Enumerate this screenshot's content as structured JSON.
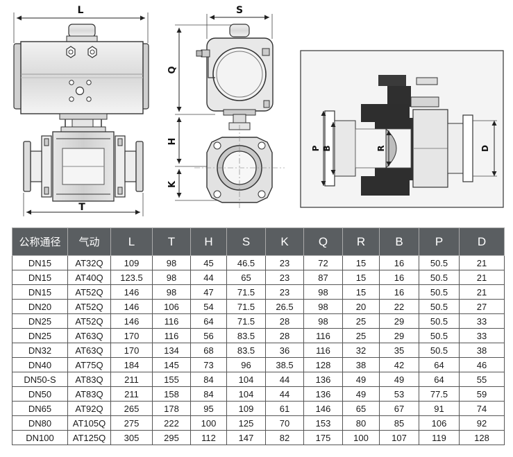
{
  "dimension_labels": {
    "L": "L",
    "T": "T",
    "S": "S",
    "Q": "Q",
    "H": "H",
    "K": "K",
    "P": "P",
    "B": "B",
    "R": "R",
    "D": "D"
  },
  "table": {
    "headers": [
      "公称通径",
      "气动",
      "L",
      "T",
      "H",
      "S",
      "K",
      "Q",
      "R",
      "B",
      "P",
      "D"
    ],
    "rows": [
      [
        "DN15",
        "AT32Q",
        "109",
        "98",
        "45",
        "46.5",
        "23",
        "72",
        "15",
        "16",
        "50.5",
        "21"
      ],
      [
        "DN15",
        "AT40Q",
        "123.5",
        "98",
        "44",
        "65",
        "23",
        "87",
        "15",
        "16",
        "50.5",
        "21"
      ],
      [
        "DN15",
        "AT52Q",
        "146",
        "98",
        "47",
        "71.5",
        "23",
        "98",
        "15",
        "16",
        "50.5",
        "21"
      ],
      [
        "DN20",
        "AT52Q",
        "146",
        "106",
        "54",
        "71.5",
        "26.5",
        "98",
        "20",
        "22",
        "50.5",
        "27"
      ],
      [
        "DN25",
        "AT52Q",
        "146",
        "116",
        "64",
        "71.5",
        "28",
        "98",
        "25",
        "29",
        "50.5",
        "33"
      ],
      [
        "DN25",
        "AT63Q",
        "170",
        "116",
        "56",
        "83.5",
        "28",
        "116",
        "25",
        "29",
        "50.5",
        "33"
      ],
      [
        "DN32",
        "AT63Q",
        "170",
        "134",
        "68",
        "83.5",
        "36",
        "116",
        "32",
        "35",
        "50.5",
        "38"
      ],
      [
        "DN40",
        "AT75Q",
        "184",
        "145",
        "73",
        "96",
        "38.5",
        "128",
        "38",
        "42",
        "64",
        "46"
      ],
      [
        "DN50-S",
        "AT83Q",
        "211",
        "155",
        "84",
        "104",
        "44",
        "136",
        "49",
        "49",
        "64",
        "55"
      ],
      [
        "DN50",
        "AT83Q",
        "211",
        "158",
        "84",
        "104",
        "44",
        "136",
        "49",
        "53",
        "77.5",
        "59"
      ],
      [
        "DN65",
        "AT92Q",
        "265",
        "178",
        "95",
        "109",
        "61",
        "146",
        "65",
        "67",
        "91",
        "74"
      ],
      [
        "DN80",
        "AT105Q",
        "275",
        "222",
        "100",
        "125",
        "70",
        "153",
        "80",
        "85",
        "106",
        "92"
      ],
      [
        "DN100",
        "AT125Q",
        "305",
        "295",
        "112",
        "147",
        "82",
        "175",
        "100",
        "107",
        "119",
        "128"
      ]
    ]
  }
}
